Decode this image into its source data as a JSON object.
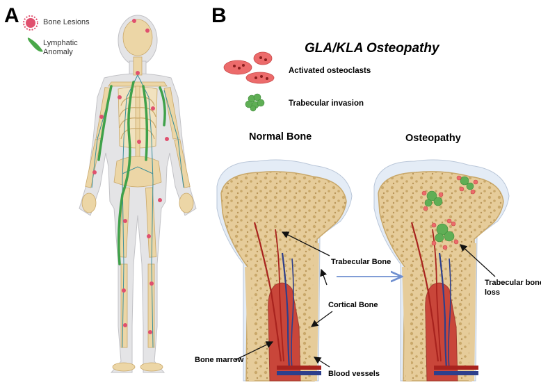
{
  "panel_a": {
    "letter": "A",
    "legend": [
      {
        "label": "Bone Lesions",
        "icon": "bone-lesion-icon",
        "color": "#e0506e"
      },
      {
        "label": "Lymphatic",
        "label2": "Anomaly",
        "icon": "lymphatic-anomaly-icon",
        "color": "#4aa84a"
      }
    ]
  },
  "panel_b": {
    "letter": "B",
    "title": "GLA/KLA Osteopathy",
    "legend": [
      {
        "label": "Activated osteoclasts",
        "icon": "osteoclast-icon",
        "color": "#ec6b6b"
      },
      {
        "label": "Trabecular invasion",
        "icon": "trabecular-invasion-icon",
        "color": "#5fae55"
      }
    ],
    "normal_heading": "Normal Bone",
    "osteopathy_heading": "Osteopathy",
    "labels": {
      "trabecular_bone": "Trabecular Bone",
      "cortical_bone": "Cortical Bone",
      "bone_marrow": "Bone marrow",
      "blood_vessels": "Blood vessels",
      "trabecular_bone_loss_1": "Trabecular bone",
      "trabecular_bone_loss_2": "loss"
    }
  },
  "colors": {
    "bone": "#e6cc9a",
    "bone_spots": "#c9a86a",
    "cartilage": "#e4ecf6",
    "marrow": "#c9463a",
    "artery": "#a8231e",
    "vein": "#2d3f8c",
    "lymph": "#3fa14a",
    "arrow": "#6f8fd0"
  }
}
